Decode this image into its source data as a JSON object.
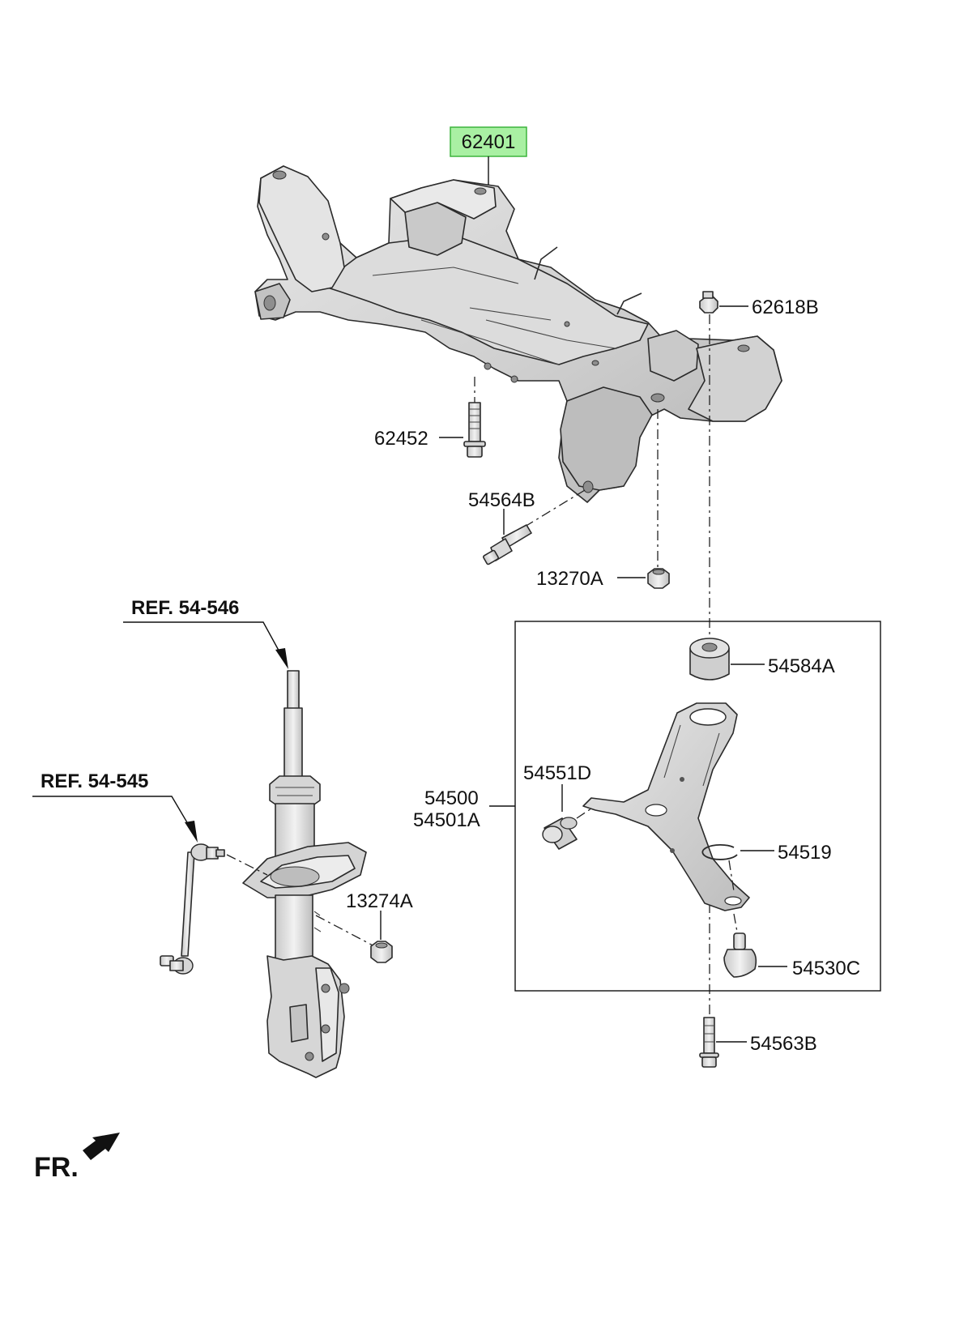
{
  "diagram": {
    "highlight_color": "#a9f0a3",
    "highlight_border": "#3cb43c",
    "part_fill": "#d7d7d7",
    "part_shade": "#b9b9b9",
    "labels": {
      "p62401": "62401",
      "p62618B": "62618B",
      "p62452": "62452",
      "p54564B": "54564B",
      "p13270A": "13270A",
      "ref54546": "REF. 54-546",
      "ref54545": "REF. 54-545",
      "p54584A": "54584A",
      "p54551D": "54551D",
      "p54500": "54500",
      "p54501A": "54501A",
      "p54519": "54519",
      "p13274A": "13274A",
      "p54530C": "54530C",
      "p54563B": "54563B",
      "fr": "FR."
    }
  }
}
